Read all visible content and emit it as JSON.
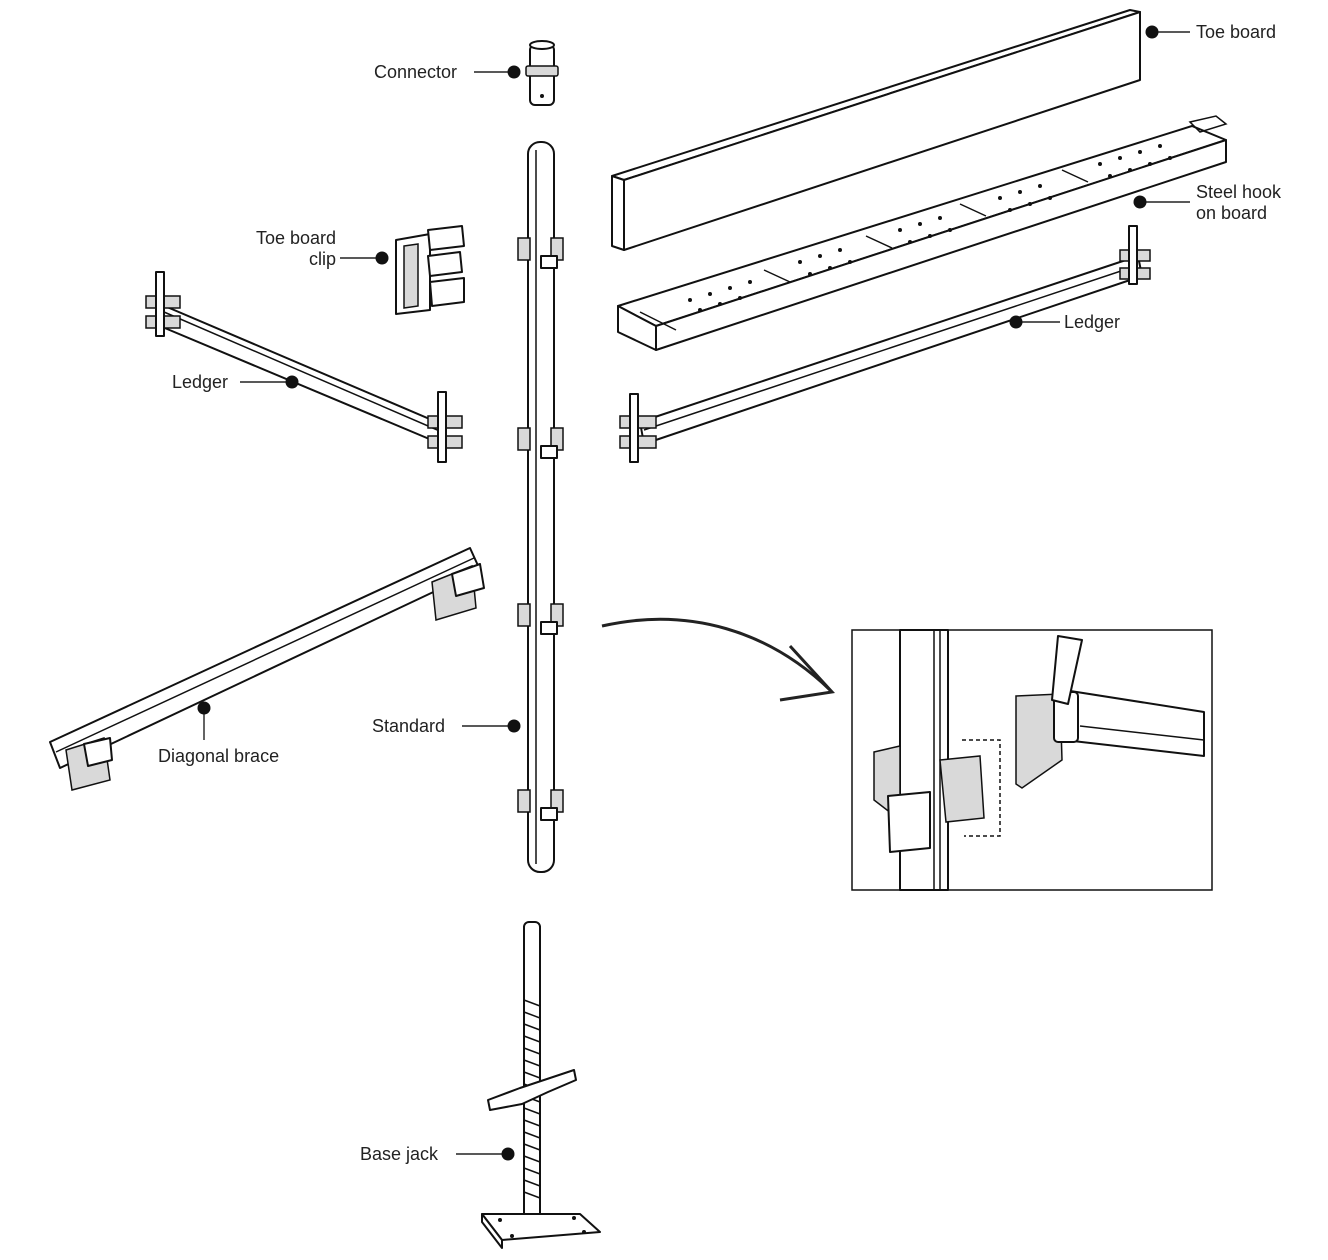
{
  "labels": {
    "connector": "Connector",
    "toe_board": "Toe board",
    "steel_hook_line1": "Steel hook",
    "steel_hook_line2": "on board",
    "toe_board_clip_line1": "Toe board",
    "toe_board_clip_line2": "clip",
    "ledger_left": "Ledger",
    "ledger_right": "Ledger",
    "diagonal_brace": "Diagonal brace",
    "standard": "Standard",
    "base_jack": "Base jack"
  },
  "colors": {
    "ink": "#111111",
    "paper": "#ffffff",
    "shade": "#d9d9d9"
  }
}
